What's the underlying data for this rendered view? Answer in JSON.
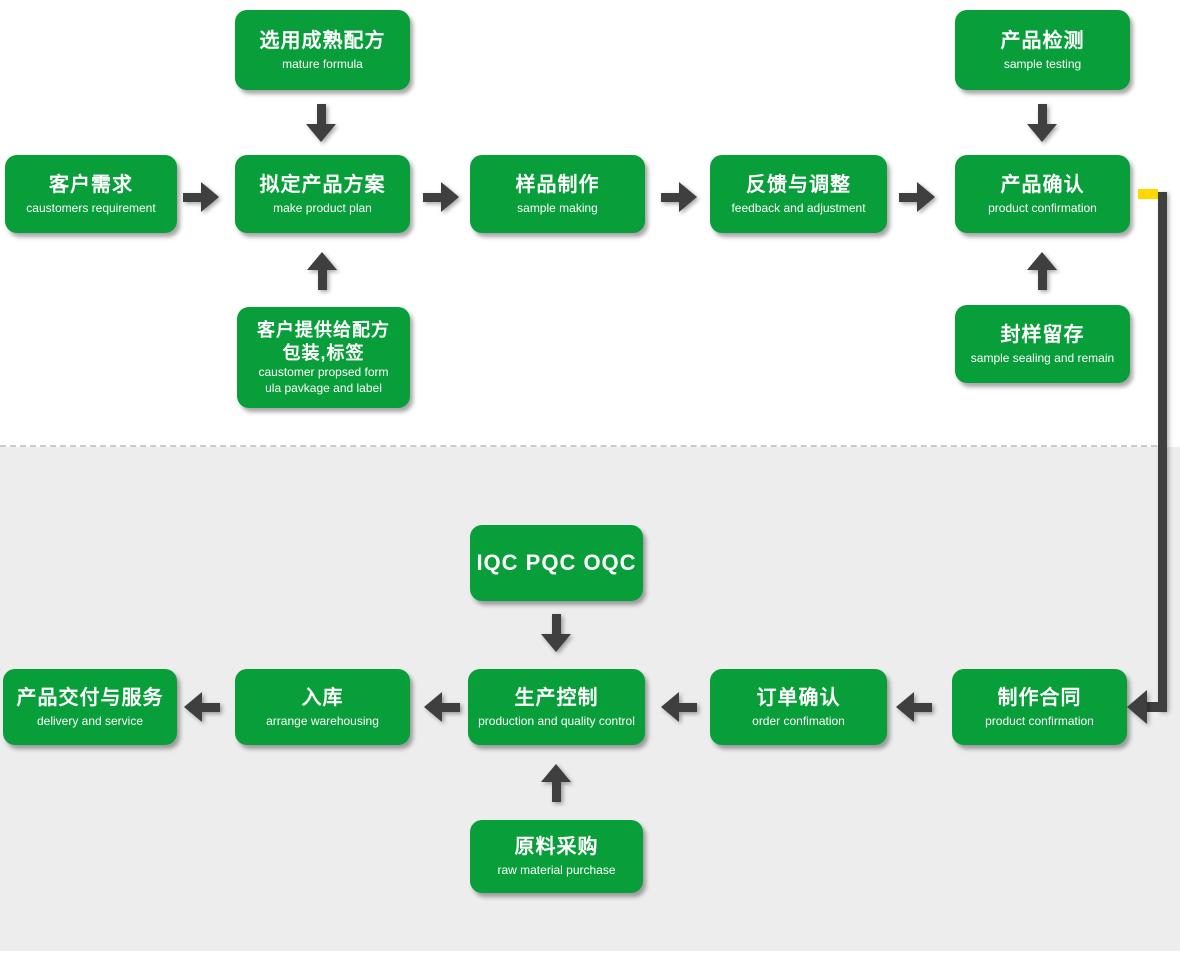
{
  "colors": {
    "green": "#089e3a",
    "arrow": "#3f3f3f",
    "yellow": "#ffd800",
    "bg_bottom": "#ededed",
    "dash": "#cbcbcb"
  },
  "nodes": {
    "mature_formula": {
      "title": "选用成熟配方",
      "subtitle": "mature formula"
    },
    "sample_testing": {
      "title": "产品检测",
      "subtitle": "sample testing"
    },
    "customer_requirement": {
      "title": "客户需求",
      "subtitle": "caustomers requirement"
    },
    "product_plan": {
      "title": "拟定产品方案",
      "subtitle": "make product plan"
    },
    "sample_making": {
      "title": "样品制作",
      "subtitle": "sample making"
    },
    "feedback_adjustment": {
      "title": "反馈与调整",
      "subtitle": "feedback and adjustment"
    },
    "product_confirmation": {
      "title": "产品确认",
      "subtitle": "product confirmation"
    },
    "customer_formula": {
      "title_line1": "客户提供给配方",
      "title_line2": "包装,标签",
      "subtitle_line1": "caustomer propsed form",
      "subtitle_line2": "ula pavkage and label"
    },
    "sample_sealing": {
      "title": "封样留存",
      "subtitle": "sample sealing and remain"
    },
    "iqc": {
      "title": "IQC PQC OQC"
    },
    "production_control": {
      "title": "生产控制",
      "subtitle": "production and quality control"
    },
    "order_confirmation": {
      "title": "订单确认",
      "subtitle": "order confimation"
    },
    "contract": {
      "title": "制作合同",
      "subtitle": "product confirmation"
    },
    "warehousing": {
      "title": "入库",
      "subtitle": "arrange warehousing"
    },
    "delivery": {
      "title": "产品交付与服务",
      "subtitle": "delivery and service"
    },
    "raw_material": {
      "title": "原料采购",
      "subtitle": "raw material purchase"
    }
  }
}
